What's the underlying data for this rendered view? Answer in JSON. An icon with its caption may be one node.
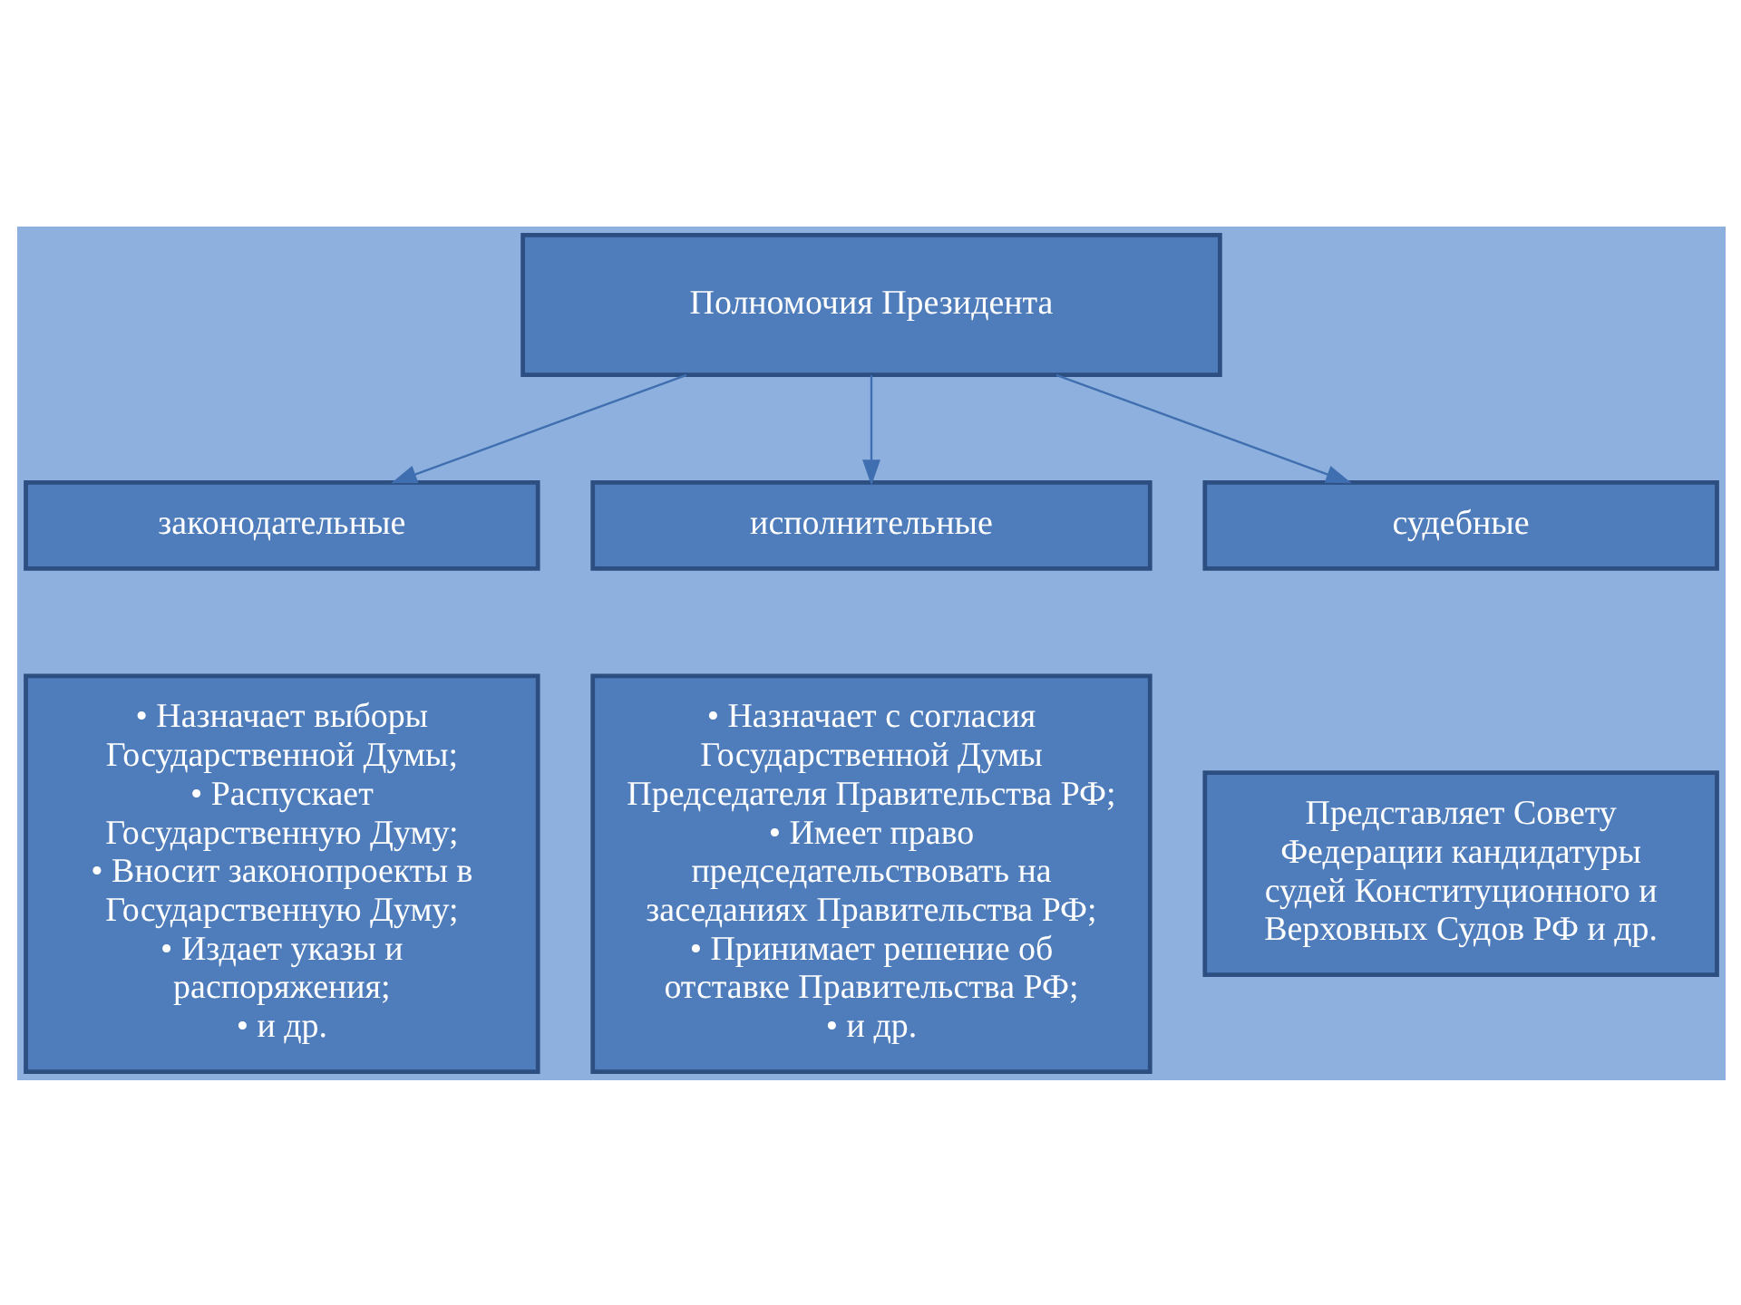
{
  "diagram": {
    "nodes": [
      {
        "text": [
          "Полномочия Президента"
        ]
      },
      {
        "text": [
          "законодательные"
        ]
      },
      {
        "text": [
          "исполнительные"
        ]
      },
      {
        "text": [
          "судебные"
        ]
      },
      {
        "text": [
          "• Назначает выборы Государственной Думы;",
          "• Распускает Государственную Думу;",
          "• Вносит законопроекты в Государственную Думу;",
          "• Издает указы и распоряжения;",
          "• и др."
        ]
      },
      {
        "text": [
          "• Назначает с согласия Государственной Думы Председателя Правительства РФ;",
          "• Имеет право председательствовать на заседаниях Правительства РФ;",
          "• Принимает решение об отставке Правительства РФ;",
          "• и др."
        ]
      },
      {
        "text": [
          "Представляет Совету Федерации кандидатуры судей Конституционного и Верховных Судов РФ и др."
        ]
      }
    ],
    "edges": [
      {
        "from": 0,
        "to": 1,
        "arrow": "to"
      },
      {
        "from": 0,
        "to": 2,
        "arrow": "to"
      },
      {
        "from": 0,
        "to": 3,
        "arrow": "to"
      }
    ]
  }
}
